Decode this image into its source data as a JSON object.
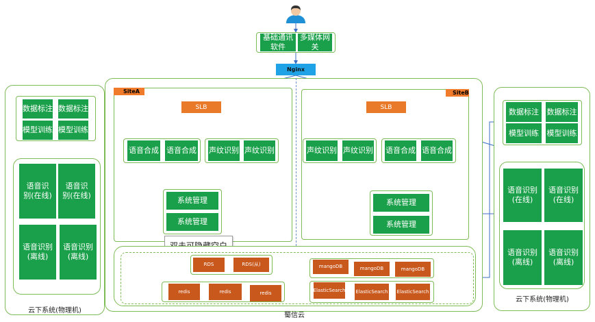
{
  "top": {
    "gateway_left": "基础通讯软件",
    "gateway_right": "多媒体网关",
    "nginx": "Nginx"
  },
  "site_a": {
    "tag": "SiteA",
    "slb": "SLB",
    "voice_synth_1": "语音合成",
    "voice_synth_2": "语音合成",
    "voiceprint_1": "声纹识别",
    "voiceprint_2": "声纹识别",
    "sysmgmt_1": "系统管理",
    "sysmgmt_2": "系统管理"
  },
  "site_b": {
    "tag": "SiteB",
    "slb": "SLB",
    "voiceprint_1": "声纹识别",
    "voiceprint_2": "声纹识别",
    "voice_synth_1": "语音合成",
    "voice_synth_2": "语音合成",
    "sysmgmt_1": "系统管理",
    "sysmgmt_2": "系统管理"
  },
  "left_offline": {
    "data_label_1": "数据标注",
    "data_label_2": "数据标注",
    "model_train_1": "模型训练",
    "model_train_2": "模型训练",
    "asr_online_1": "语音识别(在线)",
    "asr_online_2": "语音识别(在线)",
    "asr_offline_1": "语音识别(离线)",
    "asr_offline_2": "语音识别(离线)",
    "caption": "云下系统(物理机)"
  },
  "right_offline": {
    "data_label_1": "数据标注",
    "data_label_2": "数据标注",
    "model_train_1": "模型训练",
    "model_train_2": "模型训练",
    "asr_online_1": "语音识别(在线)",
    "asr_online_2": "语音识别(在线)",
    "asr_offline_1": "语音识别(离线)",
    "asr_offline_2": "语音识别(离线)",
    "caption": "云下系统(物理机)"
  },
  "storage": {
    "rds": "RDS",
    "rds_slave": "RDS(从)",
    "redis_1": "redis",
    "redis_2": "redis",
    "redis_3": "redis",
    "mongo_1": "mangoDB",
    "mongo_2": "mangoDB",
    "mongo_3": "mangoDB",
    "es_1": "ElasticSearch",
    "es_2": "ElasticSearch",
    "es_3": "ElasticSearch"
  },
  "cloud_caption": "蜀信云",
  "tooltip": "双击可隐藏空白",
  "colors": {
    "green_box": "#1aa04a",
    "frame_border": "#7dbb55",
    "slb_orange": "#e87a2a",
    "db_orange": "#c9581d",
    "nginx_blue": "#1fa3e6",
    "arrow_blue": "#3b6fc4"
  }
}
